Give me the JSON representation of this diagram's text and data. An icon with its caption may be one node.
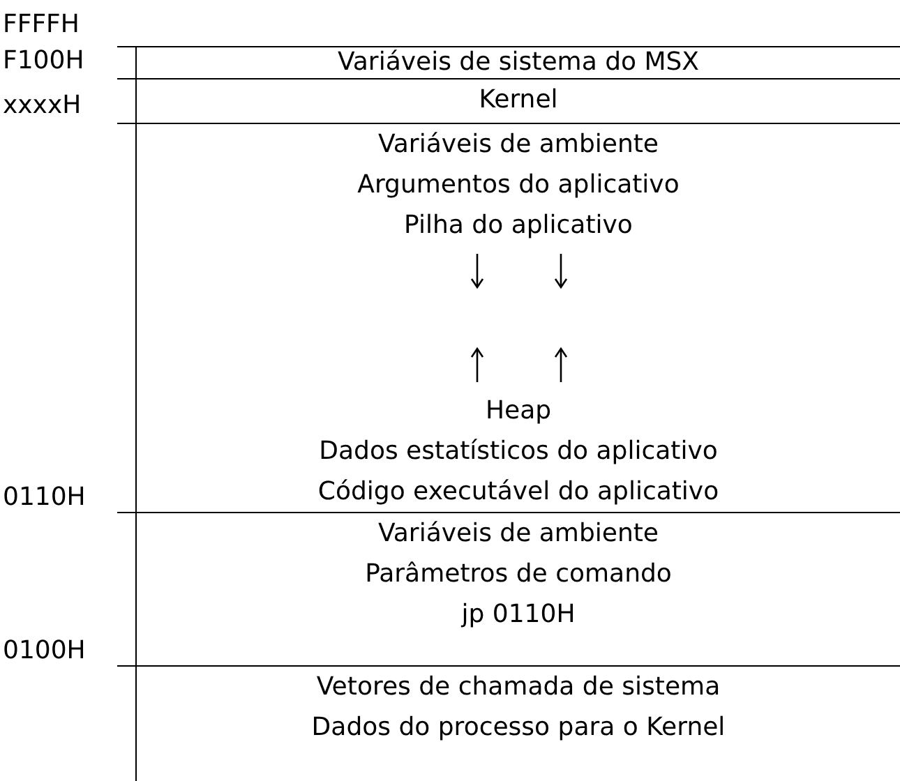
{
  "diagram": {
    "nodes": [
      {
        "text": [
          "Variáveis de sistema do MSX"
        ]
      },
      {
        "text": [
          "Kernel"
        ]
      },
      {
        "text": [
          "Variáveis de ambiente",
          "Argumentos do aplicativo",
          "Pilha do aplicativo",
          "Heap",
          "Dados estatísticos do aplicativo",
          "Código executável do aplicativo"
        ]
      },
      {
        "text": [
          "Variáveis de ambiente",
          "Parâmetros de comando",
          "jp 0110H"
        ]
      },
      {
        "text": [
          "Vetores de chamada de sistema",
          "Dados do processo para o Kernel"
        ]
      }
    ],
    "labels": [
      "FFFFH",
      "F100H",
      "xxxxH",
      "0110H",
      "0100H"
    ]
  }
}
